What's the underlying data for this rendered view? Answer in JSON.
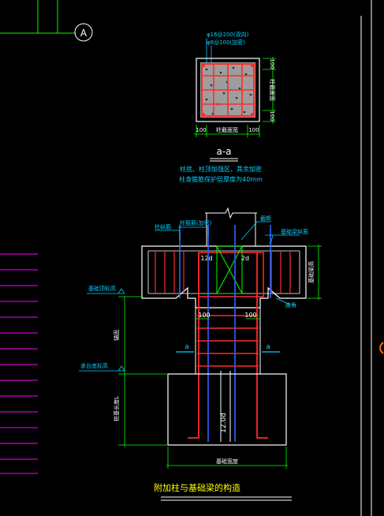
{
  "grid_bubble": {
    "label": "A"
  },
  "section": {
    "rebar_note_1": "φ16@200(双向)",
    "rebar_note_2": "φ8@100(加密)",
    "dim_bottom_left": "100",
    "dim_bottom_mid": "柱截面宽",
    "dim_bottom_right": "100",
    "dim_right_top": "100",
    "dim_right_mid": "柱截面宽",
    "dim_right_bottom": "100",
    "title": "a-a",
    "note_line_1": "柱底、柱顶加强区、其余加密",
    "note_line_2": "柱身箍筋保护层厚度为40mm"
  },
  "elevation": {
    "label_col_rebar": "柱纵筋",
    "label_stirrup": "柱箍筋(加密)",
    "label_break": "截断",
    "label_beam_rebar": "基础梁纵筋",
    "label_top_ref": "基础顶标高",
    "label_bottom_ref": "承台底标高",
    "label_slab_height": "基础梁高",
    "label_haunch": "腋角",
    "label_embed": "锚固",
    "label_pile_len": "桩基长度L",
    "label_12d_left": "12d",
    "label_12d_right": "2d",
    "dim_left_100": "100",
    "dim_right_100": "100",
    "cut_left": "a",
    "cut_right": "a",
    "label_anchor": "12.0d",
    "dim_base_width": "基础宽度",
    "title": "附加柱与基础梁的构造"
  },
  "colors": {
    "background": "#000000",
    "structure": "#ffffff",
    "rebar": "#ff2a2a",
    "rebar_long": "#2f63ff",
    "dimension": "#00ff00",
    "annotation": "#00d0ff",
    "hatch": "#ff00ff",
    "title": "#ffff00"
  }
}
